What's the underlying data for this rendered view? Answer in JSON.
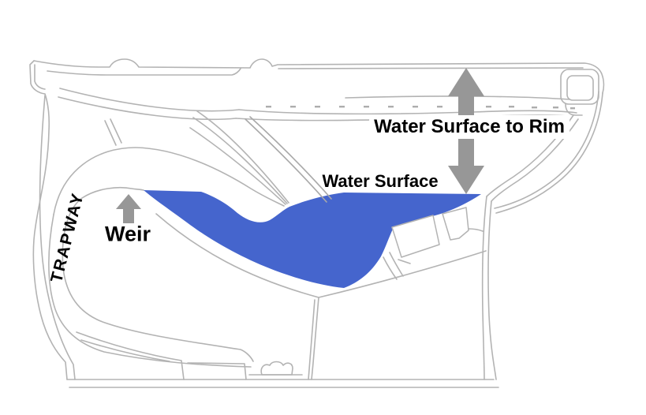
{
  "diagram": {
    "labels": {
      "trapway": "TRAPWAY",
      "weir": "Weir",
      "water_surface": "Water Surface",
      "water_surface_to_rim": "Water Surface to Rim"
    },
    "colors": {
      "water": "#4565cd",
      "arrows": "#979797",
      "outline": "#b3b3b3",
      "label_text": "#000000",
      "background": "#ffffff"
    }
  }
}
